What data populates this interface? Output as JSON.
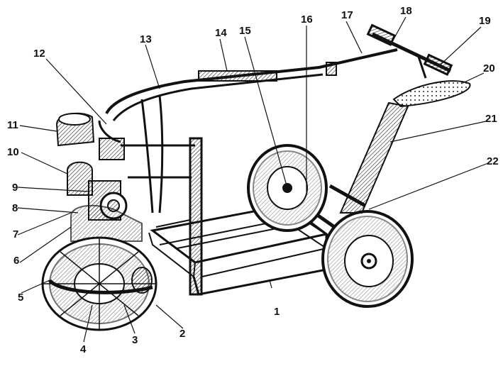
{
  "figure": {
    "callouts": [
      "1",
      "2",
      "3",
      "4",
      "5",
      "6",
      "7",
      "8",
      "9",
      "10",
      "11",
      "12",
      "13",
      "14",
      "15",
      "16",
      "17",
      "18",
      "19",
      "20",
      "21",
      "22"
    ]
  }
}
